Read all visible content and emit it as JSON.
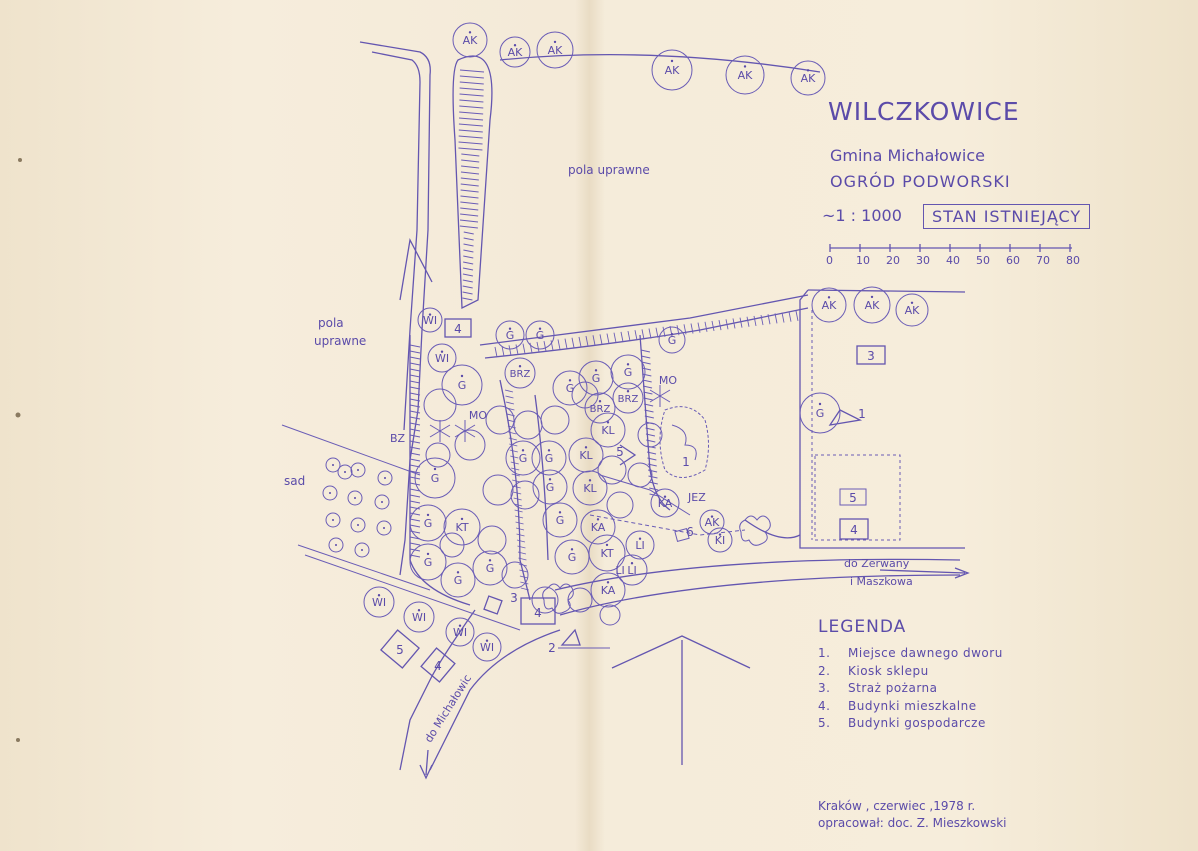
{
  "title": "WILCZKOWICE",
  "subtitle_gmina": "Gmina Michałowice",
  "subtitle_garden": "OGRÓD PODWORSKI",
  "scale_ratio": "~1 : 1000",
  "status": "STAN ISTNIEJĄCY",
  "scale_bar_ticks": [
    "0",
    "10",
    "20",
    "30",
    "40",
    "50",
    "60",
    "70",
    "80"
  ],
  "legend": {
    "title": "LEGENDA",
    "items": [
      {
        "num": "1.",
        "text": "Miejsce dawnego dworu"
      },
      {
        "num": "2.",
        "text": "Kiosk sklepu"
      },
      {
        "num": "3.",
        "text": "Straż pożarna"
      },
      {
        "num": "4.",
        "text": "Budynki mieszkalne"
      },
      {
        "num": "5.",
        "text": "Budynki gospodarcze"
      }
    ]
  },
  "credits": {
    "place_date": "Kraków , czerwiec ,1978 r.",
    "author": "opracował: doc. Z. Mieszkowski"
  },
  "map_labels": {
    "fields_top": "pola uprawne",
    "fields_left_1": "pola",
    "fields_left_2": "uprawne",
    "orchard": "sad",
    "road_east_1": "do Zerwany",
    "road_east_2": "i Maszkowa",
    "road_sw": "do Michałowic",
    "bz": "BZ",
    "jez": "JEZ"
  },
  "trees": [
    {
      "code": "AK"
    },
    {
      "code": "AK"
    },
    {
      "code": "AK"
    },
    {
      "code": "AK"
    },
    {
      "code": "AK"
    },
    {
      "code": "AK"
    },
    {
      "code": "AK"
    },
    {
      "code": "AK"
    },
    {
      "code": "AK"
    },
    {
      "code": "WI"
    },
    {
      "code": "WI"
    },
    {
      "code": "WI"
    },
    {
      "code": "WI"
    },
    {
      "code": "WI"
    },
    {
      "code": "WI"
    },
    {
      "code": "G"
    },
    {
      "code": "G"
    },
    {
      "code": "G"
    },
    {
      "code": "G"
    },
    {
      "code": "G"
    },
    {
      "code": "G"
    },
    {
      "code": "G"
    },
    {
      "code": "G"
    },
    {
      "code": "G"
    },
    {
      "code": "G"
    },
    {
      "code": "G"
    },
    {
      "code": "G"
    },
    {
      "code": "G"
    },
    {
      "code": "G"
    },
    {
      "code": "G"
    },
    {
      "code": "G"
    },
    {
      "code": "G"
    },
    {
      "code": "G"
    },
    {
      "code": "BRZ"
    },
    {
      "code": "BRZ"
    },
    {
      "code": "BRZ"
    },
    {
      "code": "MO"
    },
    {
      "code": "MO"
    },
    {
      "code": "KL"
    },
    {
      "code": "KL"
    },
    {
      "code": "KL"
    },
    {
      "code": "KT"
    },
    {
      "code": "KT"
    },
    {
      "code": "KA"
    },
    {
      "code": "KA"
    },
    {
      "code": "KA"
    },
    {
      "code": "LI"
    },
    {
      "code": "LI"
    },
    {
      "code": "LI"
    },
    {
      "code": "AK"
    },
    {
      "code": "KI"
    }
  ],
  "building_numbers": [
    "4",
    "3",
    "5",
    "4",
    "4",
    "5",
    "4",
    "1",
    "1",
    "2",
    "3",
    "5",
    "6"
  ]
}
